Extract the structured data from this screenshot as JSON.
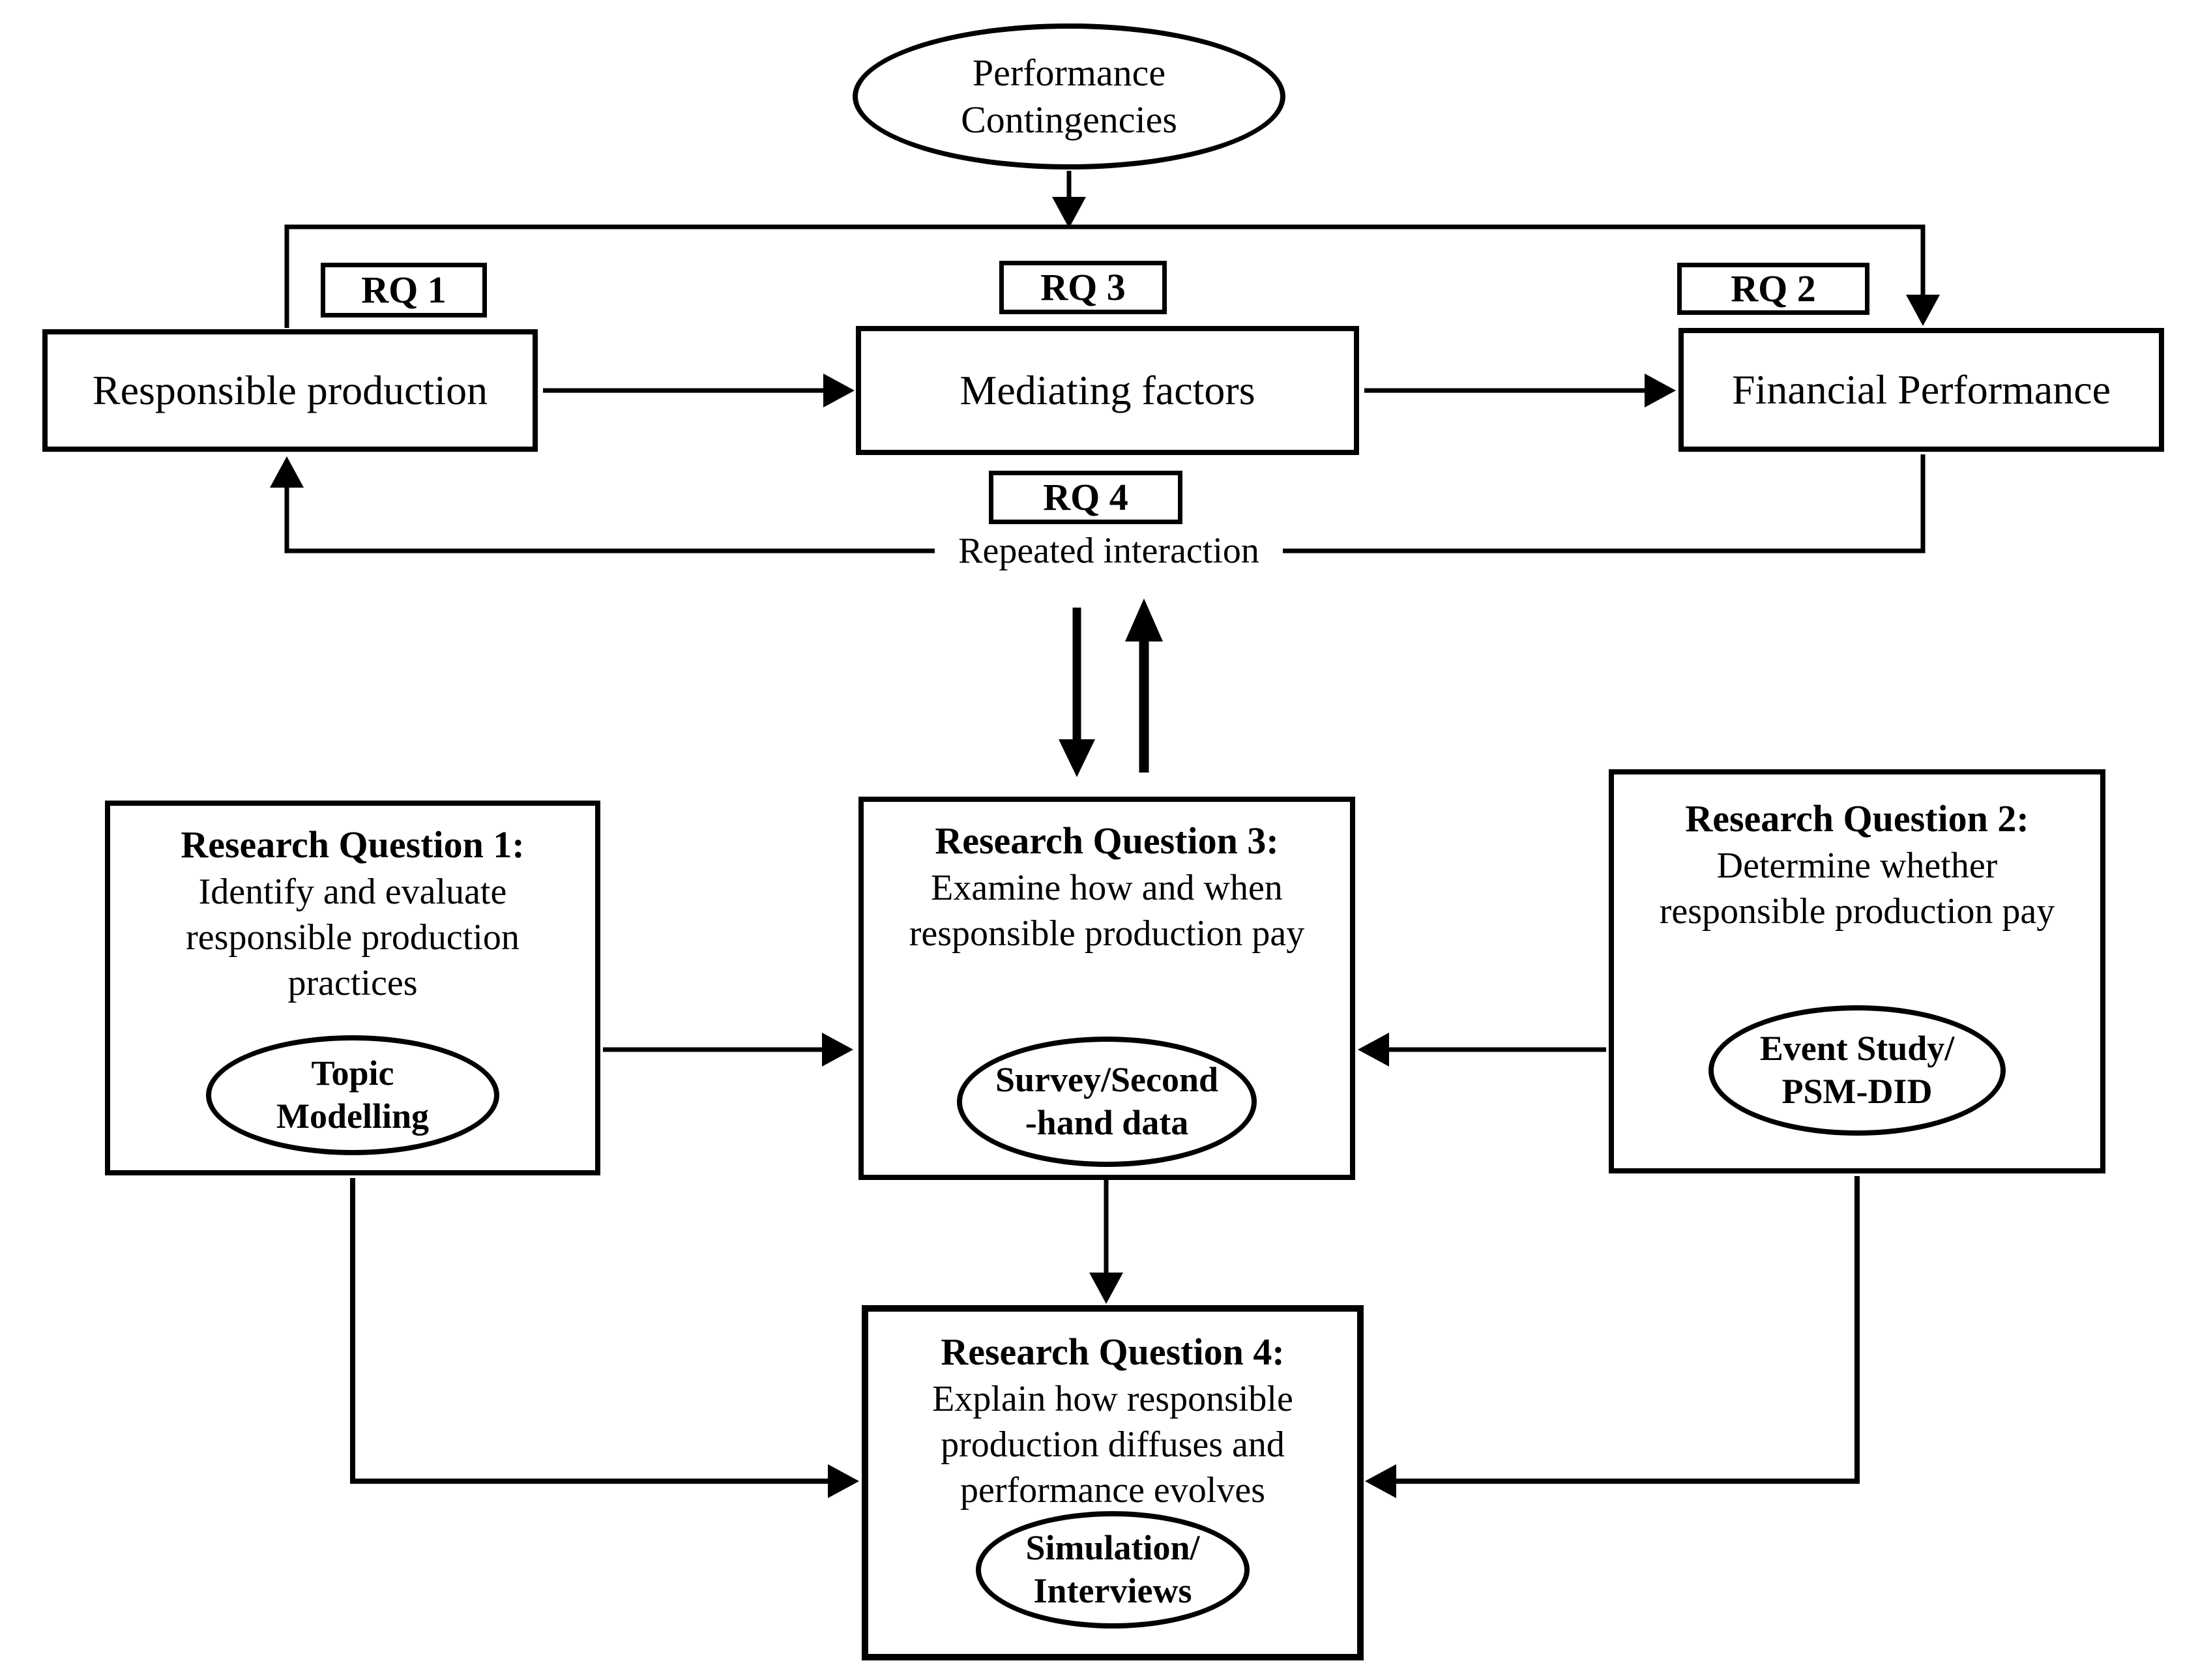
{
  "colors": {
    "ink": "#000000",
    "paper": "#ffffff"
  },
  "moderator": {
    "line1": "Performance",
    "line2": "Contingencies"
  },
  "tags": {
    "rq1": "RQ 1",
    "rq2": "RQ 2",
    "rq3": "RQ 3",
    "rq4": "RQ 4"
  },
  "framework": {
    "responsible_production": "Responsible production",
    "mediating_factors": "Mediating factors",
    "financial_performance": "Financial Performance",
    "feedback": "Repeated interaction"
  },
  "questions": {
    "q1": {
      "title": "Research Question 1:",
      "body": [
        "Identify and evaluate",
        "responsible production",
        "practices"
      ],
      "method": [
        "Topic",
        "Modelling"
      ]
    },
    "q3": {
      "title": "Research Question 3:",
      "body": [
        "Examine how and when",
        "responsible production pay"
      ],
      "method": [
        "Survey/Second",
        "-hand data"
      ]
    },
    "q2": {
      "title": "Research Question 2:",
      "body": [
        "Determine whether",
        "responsible production pay"
      ],
      "method": [
        "Event Study/",
        "PSM-DID"
      ]
    },
    "q4": {
      "title": "Research Question 4:",
      "body": [
        "Explain how responsible",
        "production diffuses and",
        "performance evolves"
      ],
      "method": [
        "Simulation/",
        "Interviews"
      ]
    }
  }
}
